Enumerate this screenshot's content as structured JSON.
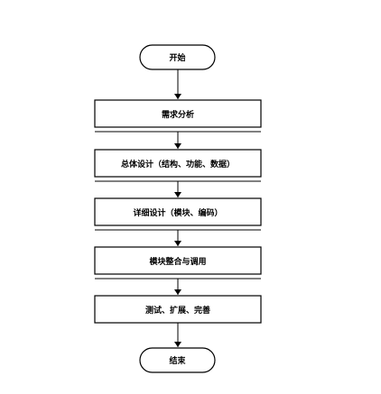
{
  "diagram": {
    "type": "flowchart",
    "line_color": "#000000",
    "background": "#ffffff",
    "start": {
      "label": "开始"
    },
    "steps": [
      {
        "label": "需求分析"
      },
      {
        "label": "总体设计（结构、功能、数据）"
      },
      {
        "label": "详细设计（模块、编码）"
      },
      {
        "label": "模块整合与调用"
      },
      {
        "label": "测试、扩展、完善"
      }
    ],
    "end": {
      "label": "结束"
    }
  }
}
